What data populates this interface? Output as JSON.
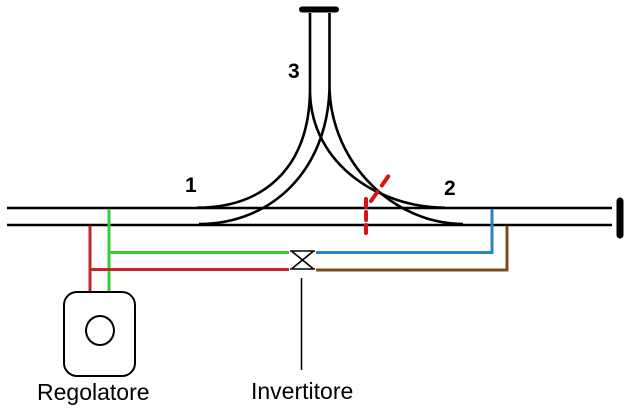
{
  "diagram": {
    "track_labels": {
      "one": "1",
      "two": "2",
      "three": "3"
    },
    "regulator_label": "Regolatore",
    "inverter_label": "Invertitore"
  },
  "colors": {
    "bg": "#ffffff",
    "rail": "#000000",
    "wire-green": "#33cc33",
    "wire-red": "#c22626",
    "wire-blue": "#2b85bd",
    "wire-brown": "#7d4b1b",
    "gap-red": "#d41414"
  }
}
